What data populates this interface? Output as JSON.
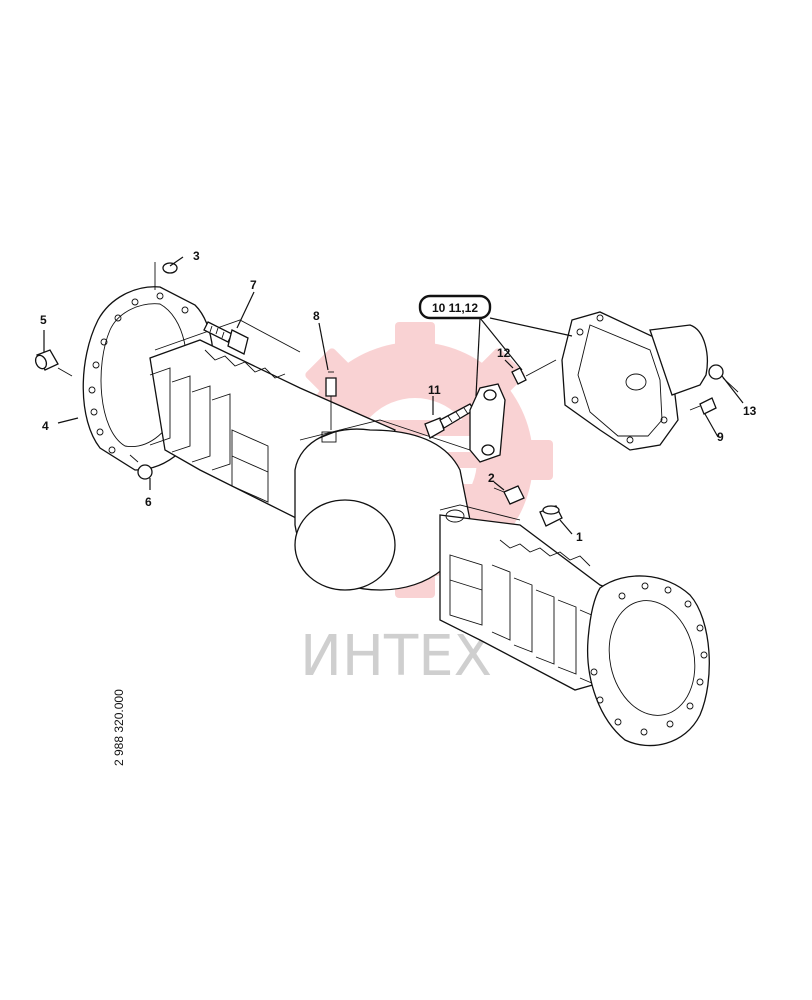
{
  "drawing": {
    "drawing_number": "2 988 320.000",
    "group_label": "10 11,12",
    "watermark_text": "ИНТЕХ",
    "watermark_color": "#e8383d",
    "line_color": "#111111"
  },
  "callouts": [
    {
      "id": "c1",
      "text": "1"
    },
    {
      "id": "c2",
      "text": "2"
    },
    {
      "id": "c3",
      "text": "3"
    },
    {
      "id": "c4",
      "text": "4"
    },
    {
      "id": "c5",
      "text": "5"
    },
    {
      "id": "c6",
      "text": "6"
    },
    {
      "id": "c7",
      "text": "7"
    },
    {
      "id": "c8",
      "text": "8"
    },
    {
      "id": "c9",
      "text": "9"
    },
    {
      "id": "c11",
      "text": "11"
    },
    {
      "id": "c12",
      "text": "12"
    },
    {
      "id": "c13",
      "text": "13"
    }
  ]
}
